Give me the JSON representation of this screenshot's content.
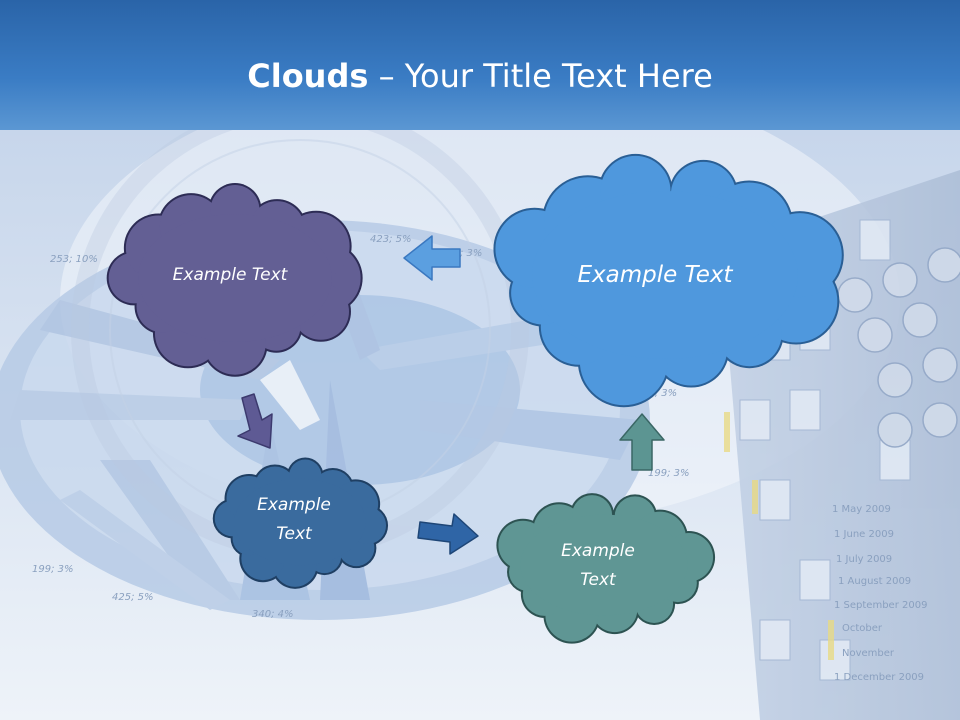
{
  "title": {
    "bold": "Clouds",
    "separator": " – ",
    "rest": "Your Title Text Here"
  },
  "clouds": [
    {
      "name": "cloud-purple",
      "text": "Example Text",
      "fill": "#635f94",
      "stroke": "#2d2c55"
    },
    {
      "name": "cloud-light-blue",
      "text": "Example Text",
      "fill": "#4f98dd",
      "stroke": "#2a5f95"
    },
    {
      "name": "cloud-dark-blue",
      "text": "Example\nText",
      "fill": "#3a6b9e",
      "stroke": "#1f3f63"
    },
    {
      "name": "cloud-teal",
      "text": "Example\nText",
      "fill": "#5f9694",
      "stroke": "#2d5352"
    }
  ],
  "arrows": [
    {
      "name": "arrow-left",
      "fill": "#5b9fe0",
      "stroke": "#3a78c0"
    },
    {
      "name": "arrow-down-right",
      "fill": "#5e5a94",
      "stroke": "#3c3a6e"
    },
    {
      "name": "arrow-right",
      "fill": "#2f65a6",
      "stroke": "#1e4677"
    },
    {
      "name": "arrow-up",
      "fill": "#5c9592",
      "stroke": "#3a6765"
    }
  ],
  "background_labels": {
    "chart": [
      "253; 10%",
      "423; 5%",
      "; 3%",
      "199; 3%",
      "425; 5%",
      "340; 4%",
      "29; 3%",
      "199; 3%"
    ],
    "calendar": [
      "1 May 2009",
      "1 June 2009",
      "1 July 2009",
      "1 August 2009",
      "1 September 2009",
      "October",
      "November",
      "1 December 2009"
    ]
  }
}
